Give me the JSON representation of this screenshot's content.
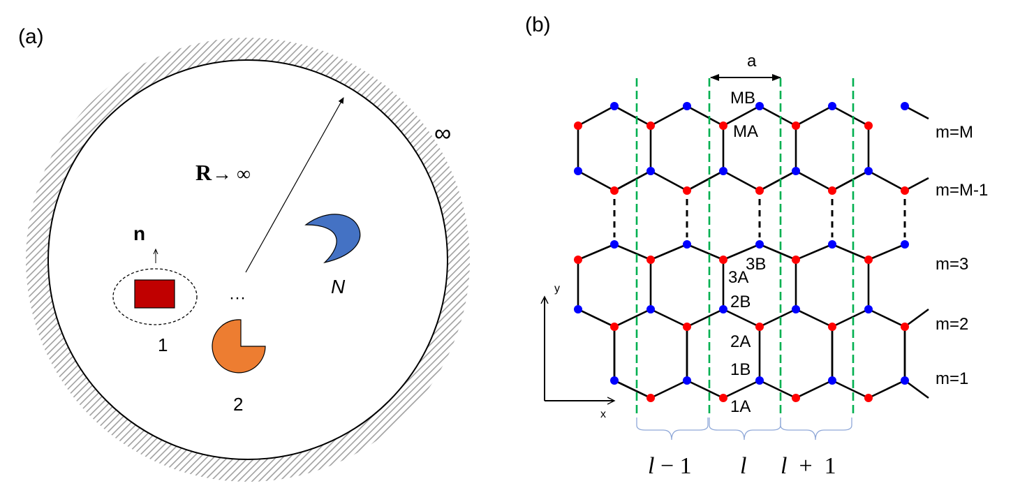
{
  "panel_a": {
    "label": "(a)",
    "radius_label_bold": "R",
    "radius_label_rest": " → ∞",
    "infinity_label": "∞",
    "normal_label": "n",
    "object_labels": [
      "1",
      "2"
    ],
    "ellipsis": "···",
    "last_object_label": "N",
    "colors": {
      "rectangle": "#c00000",
      "pacman": "#ed7d31",
      "crescent": "#4472c4",
      "hatch": "#a0a0a0"
    }
  },
  "panel_b": {
    "label": "(b)",
    "lattice_constant_label": "a",
    "row_labels": [
      "m=M",
      "m=M-1",
      "m=3",
      "m=2",
      "m=1"
    ],
    "site_labels": [
      "MB",
      "MA",
      "3B",
      "3A",
      "2B",
      "2A",
      "1B",
      "1A"
    ],
    "axis_labels": {
      "x": "x",
      "y": "y"
    },
    "column_labels": [
      {
        "italic": "l",
        "rest": " − 1"
      },
      {
        "italic": "l",
        "rest": ""
      },
      {
        "italic": "l",
        "rest": "  +  1"
      }
    ],
    "colors": {
      "site_A": "#ff0000",
      "site_B": "#0000ff",
      "divider": "#00b050",
      "brace": "#8fa8d8"
    }
  }
}
